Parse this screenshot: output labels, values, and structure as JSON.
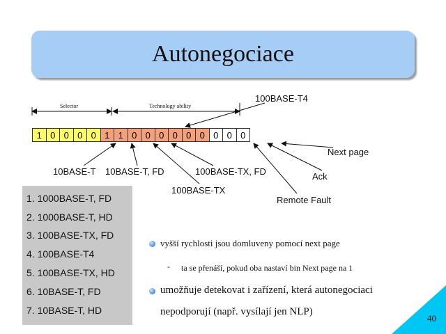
{
  "title": "Autonegociace",
  "header_labels": {
    "selector": "Selector",
    "technology": "Technology ability"
  },
  "bits": [
    {
      "value": "1",
      "color": "#ffff66"
    },
    {
      "value": "0",
      "color": "#ffff66"
    },
    {
      "value": "0",
      "color": "#ffff66"
    },
    {
      "value": "0",
      "color": "#ffff66"
    },
    {
      "value": "0",
      "color": "#ffff66"
    },
    {
      "value": "1",
      "color": "#f4a07a"
    },
    {
      "value": "1",
      "color": "#f4a07a"
    },
    {
      "value": "0",
      "color": "#f4a07a"
    },
    {
      "value": "0",
      "color": "#f4a07a"
    },
    {
      "value": "0",
      "color": "#f4a07a"
    },
    {
      "value": "0",
      "color": "#f4a07a"
    },
    {
      "value": "0",
      "color": "#f4a07a"
    },
    {
      "value": "0",
      "color": "#f4a07a"
    },
    {
      "value": "0",
      "color": "#ffffff"
    },
    {
      "value": "0",
      "color": "#ffffff"
    },
    {
      "value": "0",
      "color": "#ffffff"
    }
  ],
  "labels": {
    "t4": "100BASE-T4",
    "next_page": "Next page",
    "base10": "10BASE-T",
    "base10fd": "10BASE-T, FD",
    "tx_fd": "100BASE-TX, FD",
    "ack": "Ack",
    "tx": "100BASE-TX",
    "remote_fault": "Remote Fault"
  },
  "priority_list": [
    "1. 1000BASE-T, FD",
    "2. 1000BASE-T, HD",
    "3. 100BASE-TX, FD",
    "4. 100BASE-T4",
    "5. 100BASE-TX, HD",
    "6. 10BASE-T, FD",
    "7. 10BASE-T, HD"
  ],
  "bullets": {
    "b1": "vyšší rychlosti jsou domluveny pomocí next page",
    "sub_marker": "-",
    "sub1": "ta se přenáší, pokud oba nastaví bin Next page na 1",
    "b2_line1": "umožňuje detekovat i zařízení, která autonegociaci",
    "b2_line2": "nepodporují (např. vysílají jen NLP)"
  },
  "page_number": "40"
}
